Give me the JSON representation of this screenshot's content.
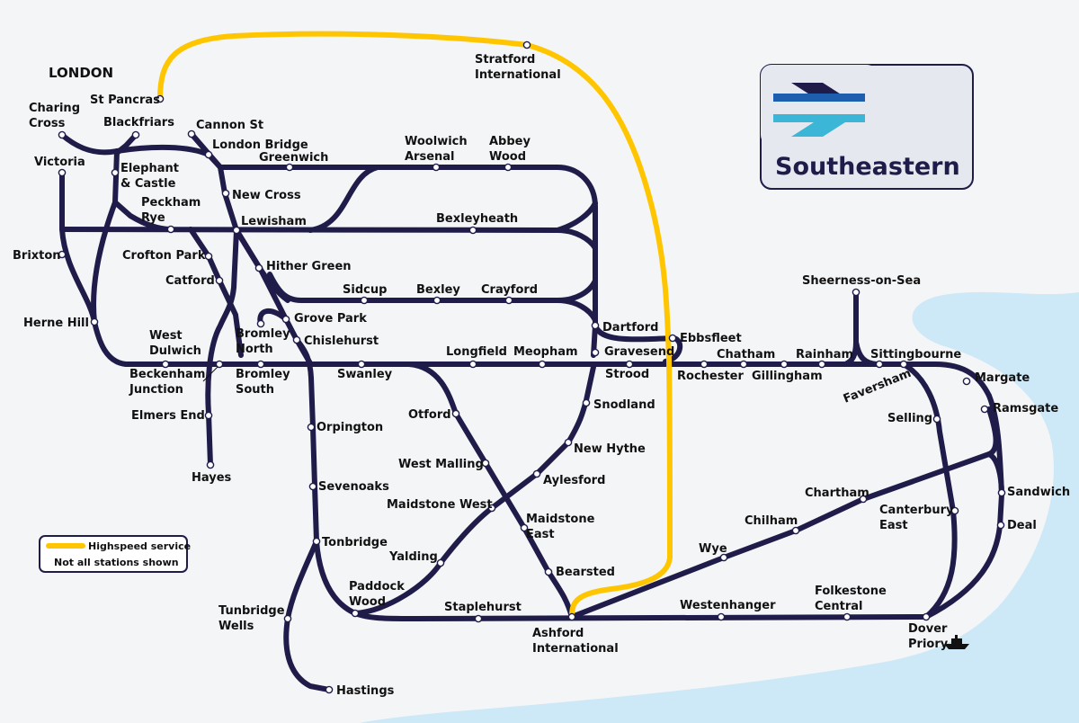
{
  "map": {
    "region_label": "LONDON",
    "colors": {
      "background": "#f4f5f7",
      "sea": "#cde8f7",
      "line": "#1f1c4a",
      "highspeed": "#ffc600",
      "logo_dark": "#1f1c4a",
      "logo_blue": "#1d5fae",
      "logo_cyan": "#3bb6d6"
    }
  },
  "logo": {
    "text": "Southeastern",
    "icon": "double-arrow-logo"
  },
  "legend": {
    "highspeed_label": "Highspeed service",
    "note": "Not all stations shown"
  },
  "ferry": {
    "icon": "ferry-icon"
  },
  "stations": [
    {
      "id": "stpancras",
      "lines": [
        "St Pancras"
      ]
    },
    {
      "id": "stratford",
      "lines": [
        "Stratford",
        "International"
      ]
    },
    {
      "id": "charing",
      "lines": [
        "Charing",
        "Cross"
      ]
    },
    {
      "id": "blackfriars",
      "lines": [
        "Blackfriars"
      ]
    },
    {
      "id": "cannon",
      "lines": [
        "Cannon St"
      ]
    },
    {
      "id": "londonbridge",
      "lines": [
        "London Bridge"
      ]
    },
    {
      "id": "victoria",
      "lines": [
        "Victoria"
      ]
    },
    {
      "id": "elephant",
      "lines": [
        "Elephant",
        "& Castle"
      ]
    },
    {
      "id": "greenwich",
      "lines": [
        "Greenwich"
      ]
    },
    {
      "id": "woolwich",
      "lines": [
        "Woolwich",
        "Arsenal"
      ]
    },
    {
      "id": "abbeywood",
      "lines": [
        "Abbey",
        "Wood"
      ]
    },
    {
      "id": "newcross",
      "lines": [
        "New Cross"
      ]
    },
    {
      "id": "peckham",
      "lines": [
        "Peckham",
        "Rye"
      ]
    },
    {
      "id": "lewisham",
      "lines": [
        "Lewisham"
      ]
    },
    {
      "id": "bexleyheath",
      "lines": [
        "Bexleyheath"
      ]
    },
    {
      "id": "brixton",
      "lines": [
        "Brixton"
      ]
    },
    {
      "id": "crofton",
      "lines": [
        "Crofton Park"
      ]
    },
    {
      "id": "hithergreen",
      "lines": [
        "Hither Green"
      ]
    },
    {
      "id": "catford",
      "lines": [
        "Catford"
      ]
    },
    {
      "id": "sidcup",
      "lines": [
        "Sidcup"
      ]
    },
    {
      "id": "bexley",
      "lines": [
        "Bexley"
      ]
    },
    {
      "id": "crayford",
      "lines": [
        "Crayford"
      ]
    },
    {
      "id": "groveprk",
      "lines": [
        "Grove Park"
      ]
    },
    {
      "id": "hernehill",
      "lines": [
        "Herne Hill"
      ]
    },
    {
      "id": "dartford",
      "lines": [
        "Dartford"
      ]
    },
    {
      "id": "ebbsfleet",
      "lines": [
        "Ebbsfleet"
      ]
    },
    {
      "id": "bromleyn",
      "lines": [
        "Bromley",
        "North"
      ]
    },
    {
      "id": "chislehurst",
      "lines": [
        "Chislehurst"
      ]
    },
    {
      "id": "westdulwich",
      "lines": [
        "West",
        "Dulwich"
      ]
    },
    {
      "id": "longfield",
      "lines": [
        "Longfield"
      ]
    },
    {
      "id": "meopham",
      "lines": [
        "Meopham"
      ]
    },
    {
      "id": "gravesend",
      "lines": [
        "Gravesend"
      ]
    },
    {
      "id": "chatham",
      "lines": [
        "Chatham"
      ]
    },
    {
      "id": "rainham",
      "lines": [
        "Rainham"
      ]
    },
    {
      "id": "sittingbourne",
      "lines": [
        "Sittingbourne"
      ]
    },
    {
      "id": "sheerness",
      "lines": [
        "Sheerness-on-Sea"
      ]
    },
    {
      "id": "beckenham",
      "lines": [
        "Beckenham",
        "Junction"
      ]
    },
    {
      "id": "bromleys",
      "lines": [
        "Bromley",
        "South"
      ]
    },
    {
      "id": "swanley",
      "lines": [
        "Swanley"
      ]
    },
    {
      "id": "strood",
      "lines": [
        "Strood"
      ]
    },
    {
      "id": "rochester",
      "lines": [
        "Rochester"
      ]
    },
    {
      "id": "gillingham",
      "lines": [
        "Gillingham"
      ]
    },
    {
      "id": "faversham",
      "lines": [
        "Faversham"
      ]
    },
    {
      "id": "margate",
      "lines": [
        "Margate"
      ]
    },
    {
      "id": "snodland",
      "lines": [
        "Snodland"
      ]
    },
    {
      "id": "ramsgate",
      "lines": [
        "Ramsgate"
      ]
    },
    {
      "id": "elmersend",
      "lines": [
        "Elmers End"
      ]
    },
    {
      "id": "otford",
      "lines": [
        "Otford"
      ]
    },
    {
      "id": "selling",
      "lines": [
        "Selling"
      ]
    },
    {
      "id": "orpington",
      "lines": [
        "Orpington"
      ]
    },
    {
      "id": "newhythe",
      "lines": [
        "New Hythe"
      ]
    },
    {
      "id": "westmalling",
      "lines": [
        "West Malling"
      ]
    },
    {
      "id": "hayes",
      "lines": [
        "Hayes"
      ]
    },
    {
      "id": "aylesford",
      "lines": [
        "Aylesford"
      ]
    },
    {
      "id": "sevenoaks",
      "lines": [
        "Sevenoaks"
      ]
    },
    {
      "id": "sandwich",
      "lines": [
        "Sandwich"
      ]
    },
    {
      "id": "chartham",
      "lines": [
        "Chartham"
      ]
    },
    {
      "id": "maidstonew",
      "lines": [
        "Maidstone West"
      ]
    },
    {
      "id": "canterbury",
      "lines": [
        "Canterbury",
        "East"
      ]
    },
    {
      "id": "maidstonee",
      "lines": [
        "Maidstone",
        "East"
      ]
    },
    {
      "id": "chilham",
      "lines": [
        "Chilham"
      ]
    },
    {
      "id": "deal",
      "lines": [
        "Deal"
      ]
    },
    {
      "id": "tonbridge",
      "lines": [
        "Tonbridge"
      ]
    },
    {
      "id": "wye",
      "lines": [
        "Wye"
      ]
    },
    {
      "id": "yalding",
      "lines": [
        "Yalding"
      ]
    },
    {
      "id": "bearsted",
      "lines": [
        "Bearsted"
      ]
    },
    {
      "id": "paddock",
      "lines": [
        "Paddock",
        "Wood"
      ]
    },
    {
      "id": "tunbridge",
      "lines": [
        "Tunbridge",
        "Wells"
      ]
    },
    {
      "id": "westenhanger",
      "lines": [
        "Westenhanger"
      ]
    },
    {
      "id": "folkestone",
      "lines": [
        "Folkestone",
        "Central"
      ]
    },
    {
      "id": "staplehurst",
      "lines": [
        "Staplehurst"
      ]
    },
    {
      "id": "ashford",
      "lines": [
        "Ashford",
        "International"
      ]
    },
    {
      "id": "dover",
      "lines": [
        "Dover",
        "Priory"
      ]
    },
    {
      "id": "hastings",
      "lines": [
        "Hastings"
      ]
    }
  ]
}
